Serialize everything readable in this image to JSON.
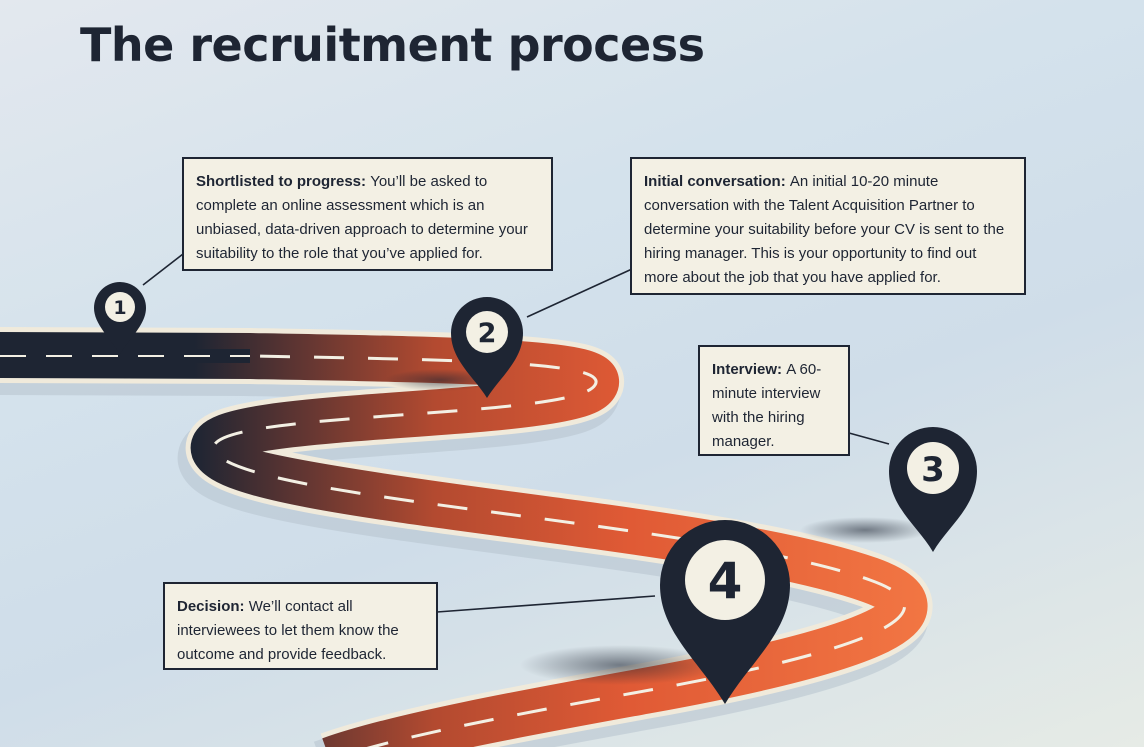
{
  "title": "The recruitment process",
  "steps": [
    {
      "number": "1",
      "heading": "Shortlisted to progress:",
      "text": "You’ll be asked to complete an online assessment which is an unbiased, data-driven approach to determine your suitability to the role that you’ve applied for."
    },
    {
      "number": "2",
      "heading": "Initial conversation:",
      "text": "An initial 10-20 minute conversation with the Talent Acquisition Partner to determine your suitability before your CV is sent to the hiring manager. This is your opportunity to find out more about the job that you have applied for."
    },
    {
      "number": "3",
      "heading": "Interview:",
      "text": "A 60-minute interview with the hiring manager."
    },
    {
      "number": "4",
      "heading": "Decision:",
      "text": "We’ll contact all interviewees to let them know the outcome and provide feedback."
    }
  ],
  "colors": {
    "pin": "#1e2533",
    "pin_face": "#f3f0e4",
    "card_bg": "#f3f0e4",
    "road_start": "#1e2533",
    "road_mid": "#e05a35",
    "road_end": "#ff8a4d",
    "road_edge": "#f0eadb"
  },
  "icons": [
    "map-pin-icon"
  ]
}
